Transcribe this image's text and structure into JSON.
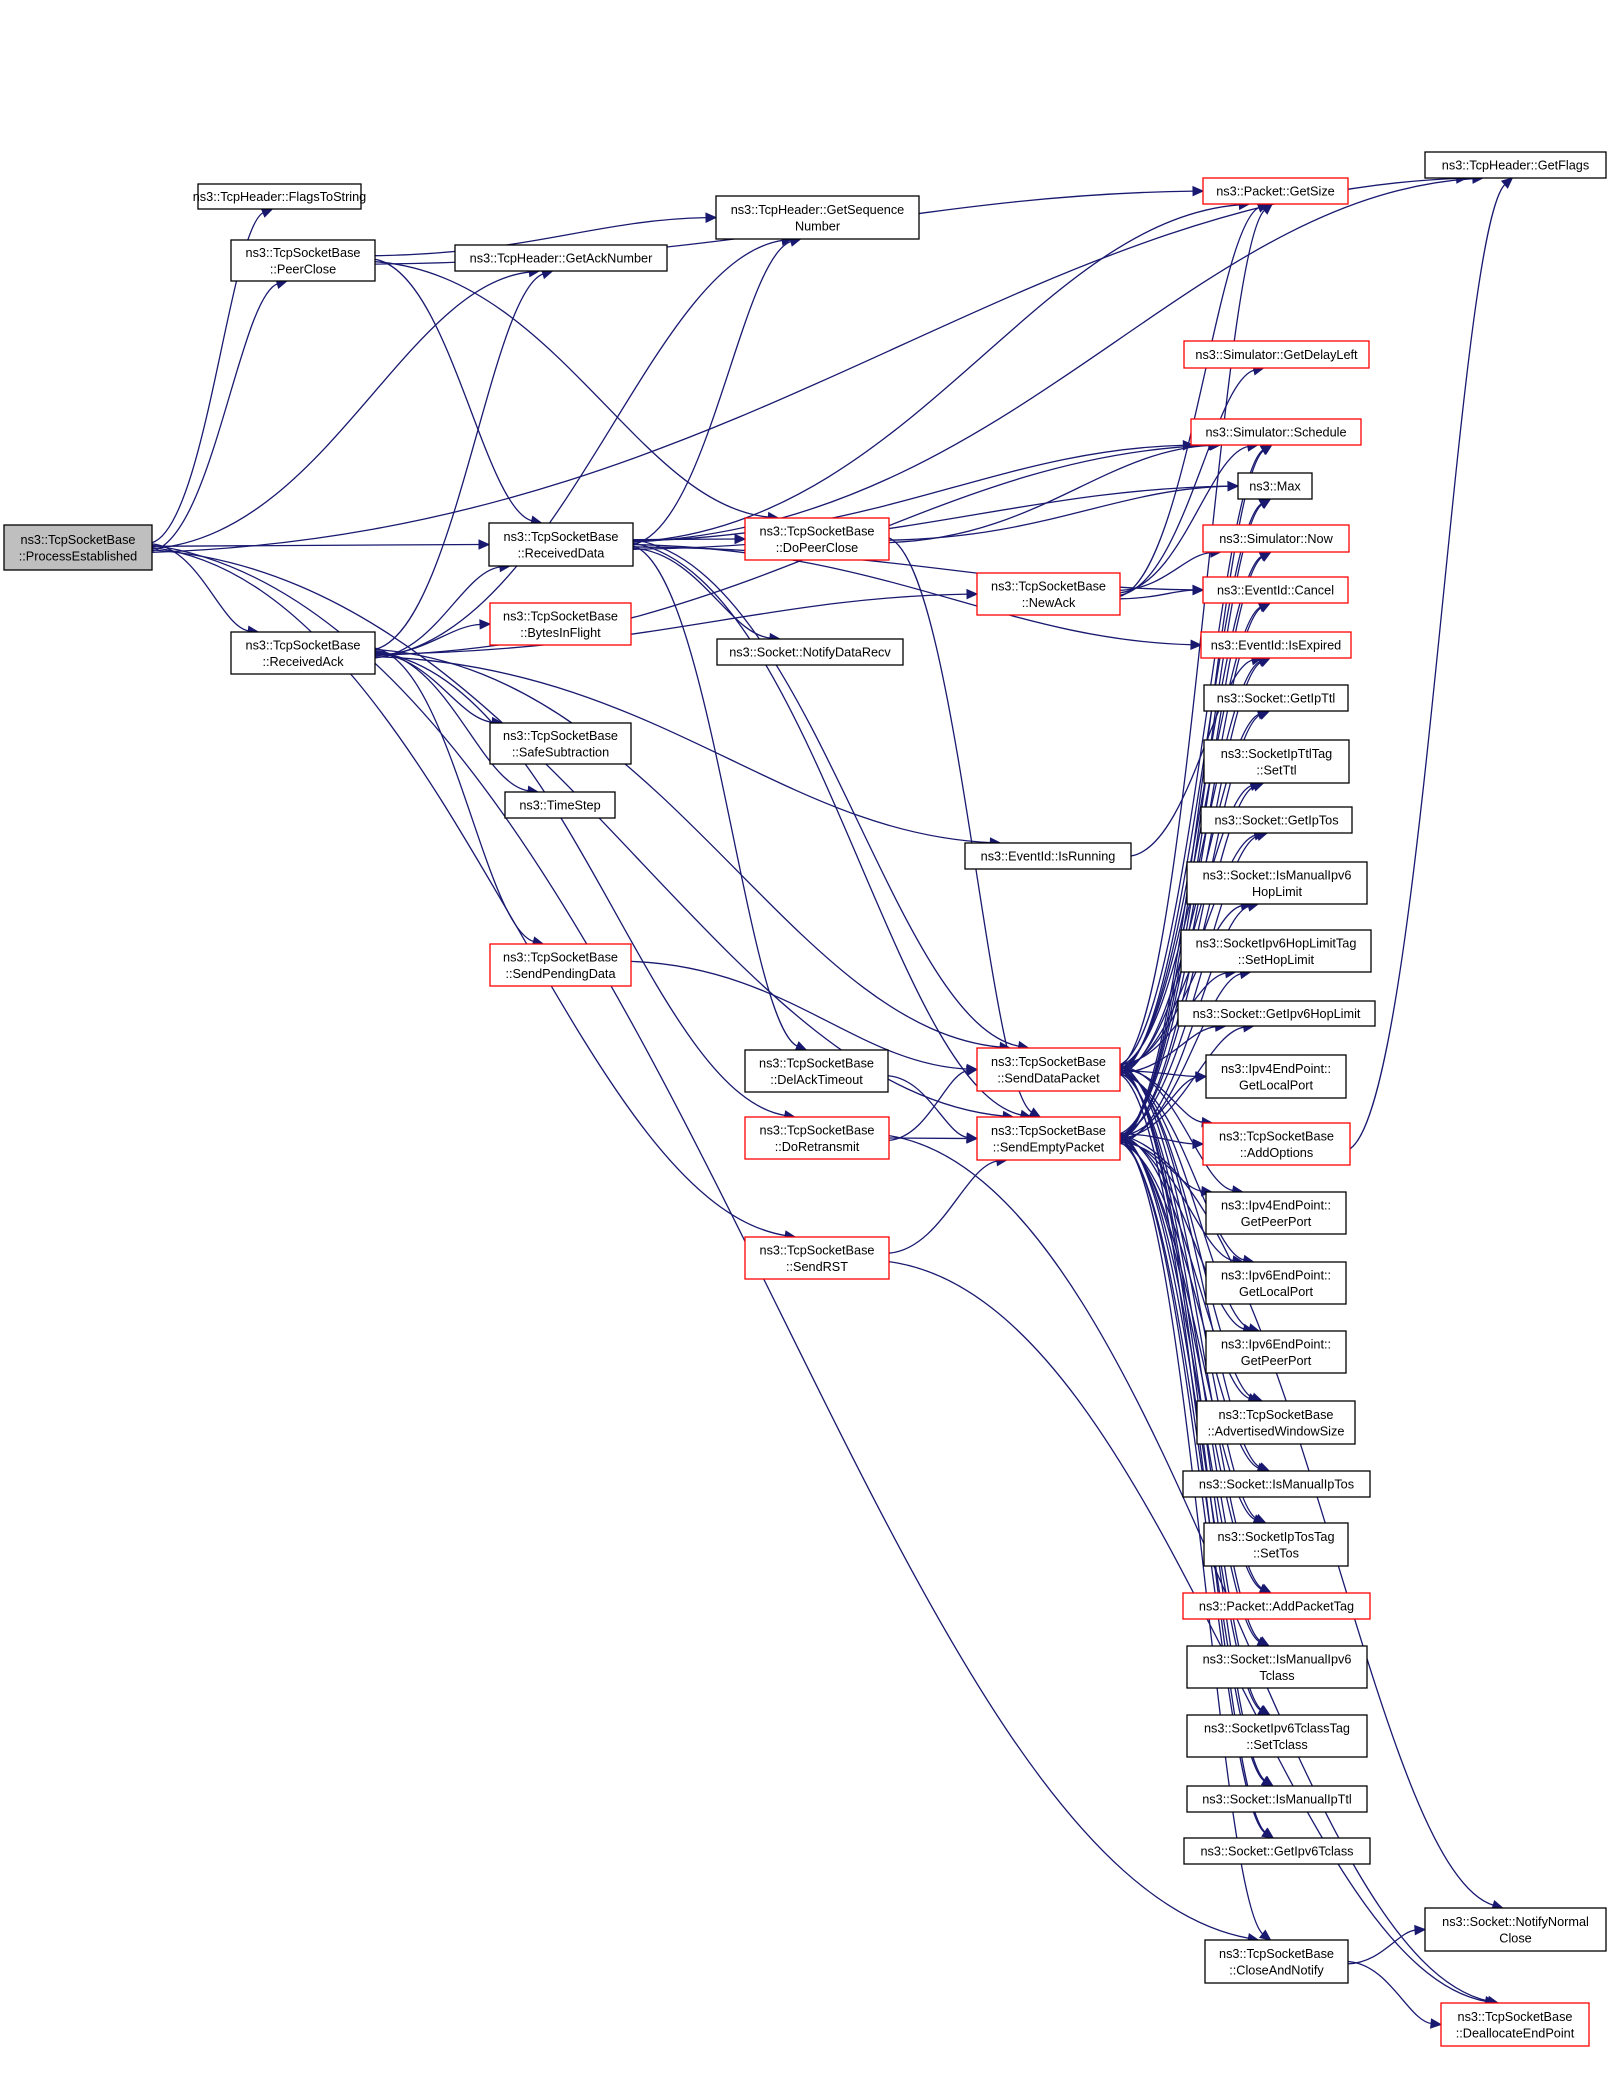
{
  "colors": {
    "edge": "#191970",
    "root_fill": "#bfbfbf",
    "normal_border": "#000000",
    "link_border": "#ff0000",
    "text": "#000000"
  },
  "nodes": [
    {
      "id": "pe",
      "lines": [
        "ns3::TcpSocketBase",
        "::ProcessEstablished"
      ],
      "style": "root"
    },
    {
      "id": "fts",
      "lines": [
        "ns3::TcpHeader::FlagsToString"
      ],
      "style": "normal"
    },
    {
      "id": "pc",
      "lines": [
        "ns3::TcpSocketBase",
        "::PeerClose"
      ],
      "style": "normal"
    },
    {
      "id": "gan",
      "lines": [
        "ns3::TcpHeader::GetAckNumber"
      ],
      "style": "normal"
    },
    {
      "id": "rd",
      "lines": [
        "ns3::TcpSocketBase",
        "::ReceivedData"
      ],
      "style": "normal"
    },
    {
      "id": "ra",
      "lines": [
        "ns3::TcpSocketBase",
        "::ReceivedAck"
      ],
      "style": "normal"
    },
    {
      "id": "bif",
      "lines": [
        "ns3::TcpSocketBase",
        "::BytesInFlight"
      ],
      "style": "red"
    },
    {
      "id": "ss",
      "lines": [
        "ns3::TcpSocketBase",
        "::SafeSubtraction"
      ],
      "style": "normal"
    },
    {
      "id": "ts",
      "lines": [
        "ns3::TimeStep"
      ],
      "style": "normal"
    },
    {
      "id": "spd",
      "lines": [
        "ns3::TcpSocketBase",
        "::SendPendingData"
      ],
      "style": "red"
    },
    {
      "id": "gsn",
      "lines": [
        "ns3::TcpHeader::GetSequence",
        "Number"
      ],
      "style": "normal"
    },
    {
      "id": "dpc",
      "lines": [
        "ns3::TcpSocketBase",
        "::DoPeerClose"
      ],
      "style": "red"
    },
    {
      "id": "ndr",
      "lines": [
        "ns3::Socket::NotifyDataRecv"
      ],
      "style": "normal"
    },
    {
      "id": "dat",
      "lines": [
        "ns3::TcpSocketBase",
        "::DelAckTimeout"
      ],
      "style": "normal"
    },
    {
      "id": "dr",
      "lines": [
        "ns3::TcpSocketBase",
        "::DoRetransmit"
      ],
      "style": "red"
    },
    {
      "id": "srst",
      "lines": [
        "ns3::TcpSocketBase",
        "::SendRST"
      ],
      "style": "red"
    },
    {
      "id": "na",
      "lines": [
        "ns3::TcpSocketBase",
        "::NewAck"
      ],
      "style": "red"
    },
    {
      "id": "eir",
      "lines": [
        "ns3::EventId::IsRunning"
      ],
      "style": "normal"
    },
    {
      "id": "sdp",
      "lines": [
        "ns3::TcpSocketBase",
        "::SendDataPacket"
      ],
      "style": "red"
    },
    {
      "id": "sep",
      "lines": [
        "ns3::TcpSocketBase",
        "::SendEmptyPacket"
      ],
      "style": "red"
    },
    {
      "id": "can",
      "lines": [
        "ns3::TcpSocketBase",
        "::CloseAndNotify"
      ],
      "style": "normal"
    },
    {
      "id": "gf",
      "lines": [
        "ns3::TcpHeader::GetFlags"
      ],
      "style": "normal"
    },
    {
      "id": "pgs",
      "lines": [
        "ns3::Packet::GetSize"
      ],
      "style": "red"
    },
    {
      "id": "sgdl",
      "lines": [
        "ns3::Simulator::GetDelayLeft"
      ],
      "style": "red"
    },
    {
      "id": "ssch",
      "lines": [
        "ns3::Simulator::Schedule"
      ],
      "style": "red"
    },
    {
      "id": "max",
      "lines": [
        "ns3::Max"
      ],
      "style": "normal"
    },
    {
      "id": "snow",
      "lines": [
        "ns3::Simulator::Now"
      ],
      "style": "red"
    },
    {
      "id": "ecan",
      "lines": [
        "ns3::EventId::Cancel"
      ],
      "style": "red"
    },
    {
      "id": "eie",
      "lines": [
        "ns3::EventId::IsExpired"
      ],
      "style": "red"
    },
    {
      "id": "sgit",
      "lines": [
        "ns3::Socket::GetIpTtl"
      ],
      "style": "normal"
    },
    {
      "id": "sits",
      "lines": [
        "ns3::SocketIpTtlTag",
        "::SetTtl"
      ],
      "style": "normal"
    },
    {
      "id": "sgitos",
      "lines": [
        "ns3::Socket::GetIpTos"
      ],
      "style": "normal"
    },
    {
      "id": "smhl",
      "lines": [
        "ns3::Socket::IsManualIpv6",
        "HopLimit"
      ],
      "style": "normal"
    },
    {
      "id": "shlt",
      "lines": [
        "ns3::SocketIpv6HopLimitTag",
        "::SetHopLimit"
      ],
      "style": "normal"
    },
    {
      "id": "sghl",
      "lines": [
        "ns3::Socket::GetIpv6HopLimit"
      ],
      "style": "normal"
    },
    {
      "id": "i4lp",
      "lines": [
        "ns3::Ipv4EndPoint::",
        "GetLocalPort"
      ],
      "style": "normal"
    },
    {
      "id": "ao",
      "lines": [
        "ns3::TcpSocketBase",
        "::AddOptions"
      ],
      "style": "red"
    },
    {
      "id": "i4pp",
      "lines": [
        "ns3::Ipv4EndPoint::",
        "GetPeerPort"
      ],
      "style": "normal"
    },
    {
      "id": "i6lp",
      "lines": [
        "ns3::Ipv6EndPoint::",
        "GetLocalPort"
      ],
      "style": "normal"
    },
    {
      "id": "i6pp",
      "lines": [
        "ns3::Ipv6EndPoint::",
        "GetPeerPort"
      ],
      "style": "normal"
    },
    {
      "id": "aws",
      "lines": [
        "ns3::TcpSocketBase",
        "::AdvertisedWindowSize"
      ],
      "style": "normal"
    },
    {
      "id": "smitos",
      "lines": [
        "ns3::Socket::IsManualIpTos"
      ],
      "style": "normal"
    },
    {
      "id": "sitst",
      "lines": [
        "ns3::SocketIpTosTag",
        "::SetTos"
      ],
      "style": "normal"
    },
    {
      "id": "papt",
      "lines": [
        "ns3::Packet::AddPacketTag"
      ],
      "style": "red"
    },
    {
      "id": "smtc",
      "lines": [
        "ns3::Socket::IsManualIpv6",
        "Tclass"
      ],
      "style": "normal"
    },
    {
      "id": "stct",
      "lines": [
        "ns3::SocketIpv6TclassTag",
        "::SetTclass"
      ],
      "style": "normal"
    },
    {
      "id": "smittl",
      "lines": [
        "ns3::Socket::IsManualIpTtl"
      ],
      "style": "normal"
    },
    {
      "id": "sgtc",
      "lines": [
        "ns3::Socket::GetIpv6Tclass"
      ],
      "style": "normal"
    },
    {
      "id": "snnc",
      "lines": [
        "ns3::Socket::NotifyNormal",
        "Close"
      ],
      "style": "normal"
    },
    {
      "id": "dep",
      "lines": [
        "ns3::TcpSocketBase",
        "::DeallocateEndPoint"
      ],
      "style": "red"
    }
  ],
  "edges": [
    [
      "pe",
      "fts"
    ],
    [
      "pe",
      "pc"
    ],
    [
      "pe",
      "gan"
    ],
    [
      "pe",
      "rd"
    ],
    [
      "pe",
      "ra"
    ],
    [
      "pe",
      "gf"
    ],
    [
      "pe",
      "sep"
    ],
    [
      "pe",
      "srst"
    ],
    [
      "pe",
      "can"
    ],
    [
      "pc",
      "gsn"
    ],
    [
      "pc",
      "pgs"
    ],
    [
      "pc",
      "dpc"
    ],
    [
      "pc",
      "rd"
    ],
    [
      "ra",
      "gan"
    ],
    [
      "ra",
      "rd"
    ],
    [
      "ra",
      "bif"
    ],
    [
      "ra",
      "ss"
    ],
    [
      "ra",
      "ts"
    ],
    [
      "ra",
      "spd"
    ],
    [
      "ra",
      "eir"
    ],
    [
      "ra",
      "na"
    ],
    [
      "ra",
      "dr"
    ],
    [
      "ra",
      "sdp"
    ],
    [
      "ra",
      "gsn"
    ],
    [
      "ra",
      "ssch"
    ],
    [
      "rd",
      "gsn"
    ],
    [
      "rd",
      "pgs"
    ],
    [
      "rd",
      "dpc"
    ],
    [
      "rd",
      "ndr"
    ],
    [
      "rd",
      "dat"
    ],
    [
      "rd",
      "sep"
    ],
    [
      "rd",
      "ssch"
    ],
    [
      "rd",
      "max"
    ],
    [
      "rd",
      "ecan"
    ],
    [
      "rd",
      "eie"
    ],
    [
      "rd",
      "gf"
    ],
    [
      "rd",
      "sdp"
    ],
    [
      "dpc",
      "ssch"
    ],
    [
      "dpc",
      "max"
    ],
    [
      "dpc",
      "sep"
    ],
    [
      "spd",
      "sdp"
    ],
    [
      "dat",
      "sep"
    ],
    [
      "dr",
      "sdp"
    ],
    [
      "dr",
      "sep"
    ],
    [
      "dr",
      "dep"
    ],
    [
      "srst",
      "sep"
    ],
    [
      "srst",
      "dep"
    ],
    [
      "na",
      "sgdl"
    ],
    [
      "na",
      "ssch"
    ],
    [
      "na",
      "snow"
    ],
    [
      "na",
      "ecan"
    ],
    [
      "na",
      "pgs"
    ],
    [
      "eir",
      "eie"
    ],
    [
      "sdp",
      "pgs"
    ],
    [
      "sdp",
      "ssch"
    ],
    [
      "sdp",
      "max"
    ],
    [
      "sdp",
      "snow"
    ],
    [
      "sdp",
      "ecan"
    ],
    [
      "sdp",
      "eie"
    ],
    [
      "sdp",
      "sgit"
    ],
    [
      "sdp",
      "sits"
    ],
    [
      "sdp",
      "sgitos"
    ],
    [
      "sdp",
      "smhl"
    ],
    [
      "sdp",
      "shlt"
    ],
    [
      "sdp",
      "sghl"
    ],
    [
      "sdp",
      "i4lp"
    ],
    [
      "sdp",
      "ao"
    ],
    [
      "sdp",
      "i4pp"
    ],
    [
      "sdp",
      "i6lp"
    ],
    [
      "sdp",
      "i6pp"
    ],
    [
      "sdp",
      "aws"
    ],
    [
      "sdp",
      "smitos"
    ],
    [
      "sdp",
      "sitst"
    ],
    [
      "sdp",
      "papt"
    ],
    [
      "sdp",
      "smtc"
    ],
    [
      "sdp",
      "stct"
    ],
    [
      "sdp",
      "smittl"
    ],
    [
      "sdp",
      "sgtc"
    ],
    [
      "sep",
      "ssch"
    ],
    [
      "sep",
      "snow"
    ],
    [
      "sep",
      "ecan"
    ],
    [
      "sep",
      "eie"
    ],
    [
      "sep",
      "max"
    ],
    [
      "sep",
      "sgit"
    ],
    [
      "sep",
      "sits"
    ],
    [
      "sep",
      "sgitos"
    ],
    [
      "sep",
      "smhl"
    ],
    [
      "sep",
      "shlt"
    ],
    [
      "sep",
      "sghl"
    ],
    [
      "sep",
      "i4lp"
    ],
    [
      "sep",
      "ao"
    ],
    [
      "sep",
      "i4pp"
    ],
    [
      "sep",
      "i6lp"
    ],
    [
      "sep",
      "i6pp"
    ],
    [
      "sep",
      "aws"
    ],
    [
      "sep",
      "smitos"
    ],
    [
      "sep",
      "sitst"
    ],
    [
      "sep",
      "papt"
    ],
    [
      "sep",
      "smtc"
    ],
    [
      "sep",
      "stct"
    ],
    [
      "sep",
      "smittl"
    ],
    [
      "sep",
      "sgtc"
    ],
    [
      "sep",
      "can"
    ],
    [
      "sep",
      "snnc"
    ],
    [
      "ao",
      "gf"
    ],
    [
      "can",
      "snnc"
    ],
    [
      "can",
      "dep"
    ]
  ]
}
